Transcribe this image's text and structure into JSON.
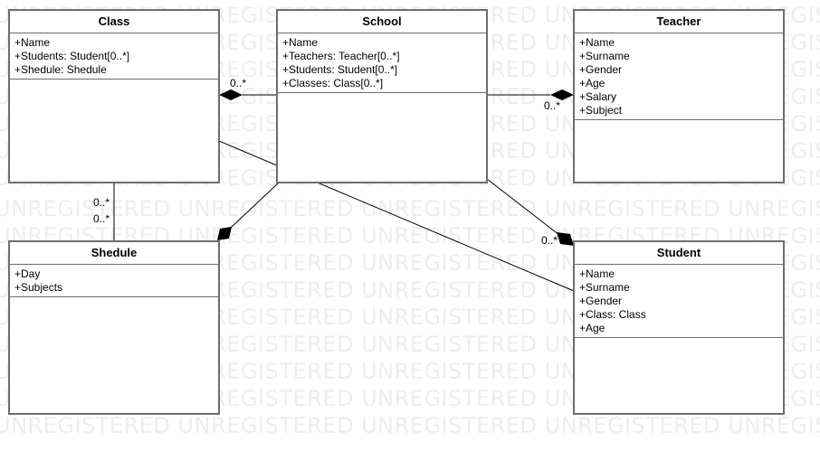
{
  "watermark_text": "UNREGISTERED UNREGISTERED UNREGISTERED UNREGISTERED UNREGISTERED",
  "classes": {
    "class": {
      "name": "Class",
      "attributes": [
        "+Name",
        "+Students: Student[0..*]",
        "+Shedule: Shedule"
      ]
    },
    "school": {
      "name": "School",
      "attributes": [
        "+Name",
        "+Teachers: Teacher[0..*]",
        "+Students: Student[0..*]",
        "+Classes: Class[0..*]"
      ]
    },
    "teacher": {
      "name": "Teacher",
      "attributes": [
        "+Name",
        "+Surname",
        "+Gender",
        "+Age",
        "+Salary",
        "+Subject"
      ]
    },
    "shedule": {
      "name": "Shedule",
      "attributes": [
        "+Day",
        "+Subjects"
      ]
    },
    "student": {
      "name": "Student",
      "attributes": [
        "+Name",
        "+Surname",
        "+Gender",
        "+Class: Class",
        "+Age"
      ]
    }
  },
  "multiplicities": {
    "school_class": "0..*",
    "school_teacher": "0..*",
    "class_shedule_top": "0..*",
    "class_shedule_bottom": "0..*",
    "school_student": "0..*"
  },
  "colors": {
    "border": "#6d6d6d",
    "line": "#000000",
    "watermark": "#e0e0e0"
  }
}
